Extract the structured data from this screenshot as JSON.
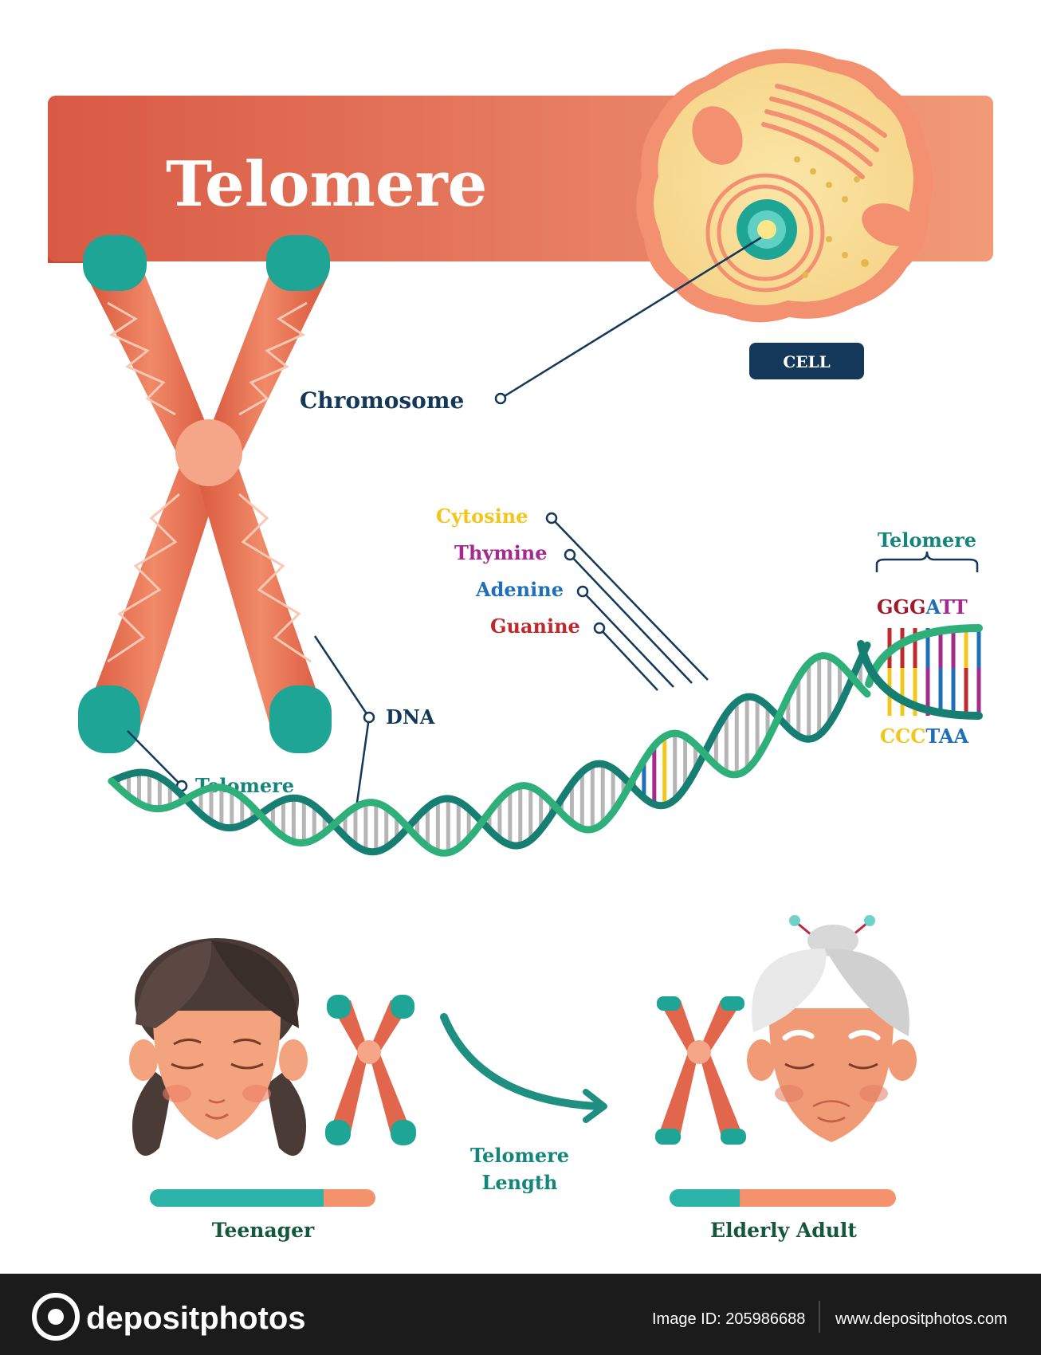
{
  "title": "Telomere",
  "labels": {
    "cell": "CELL",
    "chromosome": "Chromosome",
    "dna": "DNA",
    "telomere_left": "Telomere",
    "cytosine": "Cytosine",
    "thymine": "Thymine",
    "adenine": "Adenine",
    "guanine": "Guanine",
    "telomere_right": "Telomere",
    "telomere_length_line1": "Telomere",
    "telomere_length_line2": "Length",
    "teenager": "Teenager",
    "elderly_adult": "Elderly Adult"
  },
  "sequence": {
    "top": [
      {
        "t": "GGG",
        "color": "#a0192b"
      },
      {
        "t": "A",
        "color": "#1e6fb8"
      },
      {
        "t": "TT",
        "color": "#a52a8e"
      }
    ],
    "bottom": [
      {
        "t": "CCC",
        "color": "#f2c61a"
      },
      {
        "t": "TAA",
        "color": "#1e6fb8"
      }
    ]
  },
  "telomere_length_bars": {
    "teenager": {
      "teal_fraction": 0.77
    },
    "elderly_adult": {
      "teal_fraction": 0.31
    }
  },
  "colors": {
    "banner": "#e0664c",
    "teal": "#1fa595",
    "chromosome": "#e2664b",
    "navy": "#14385a",
    "cytosine": "#f2c61a",
    "thymine": "#a52a8e",
    "adenine": "#1e6fb8",
    "guanine": "#c0282c"
  },
  "footer": {
    "brand": "depositphotos",
    "image_id": "Image ID: 205986688",
    "url": "www.depositphotos.com"
  }
}
